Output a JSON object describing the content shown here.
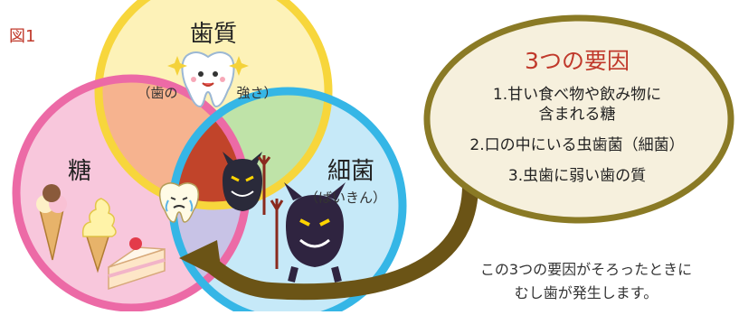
{
  "figure_label": "図1",
  "circles": {
    "enamel": {
      "label": "歯質",
      "sub_left": "（歯の",
      "sub_right": "強さ）",
      "stroke": "#f7d63c",
      "fill": "#fdf2b8"
    },
    "sugar": {
      "label": "糖",
      "stroke": "#ec6aa6",
      "fill": "#f8c7dc"
    },
    "bacteria": {
      "label": "細菌",
      "sub": "（ばいきん）",
      "stroke": "#35b6e6",
      "fill": "#c6e9f8"
    }
  },
  "overlap_colors": {
    "enamel_sugar": "#f6b38f",
    "enamel_bacteria": "#bfe3a8",
    "sugar_bacteria": "#c8c3e6",
    "center": "#c1442a"
  },
  "bubble": {
    "title": "3つの要因",
    "items": [
      "1.甘い食べ物や飲み物に",
      "含まれる糖",
      "2.口の中にいる虫歯菌（細菌）",
      "3.虫歯に弱い歯の質"
    ],
    "fill": "#f6f0dd",
    "border": "#8a7a25",
    "title_color": "#c0392b"
  },
  "caption": {
    "line1": "この3つの要因がそろったときに",
    "line2": "むし歯が発生します。"
  },
  "arrow_color": "#6b5416"
}
